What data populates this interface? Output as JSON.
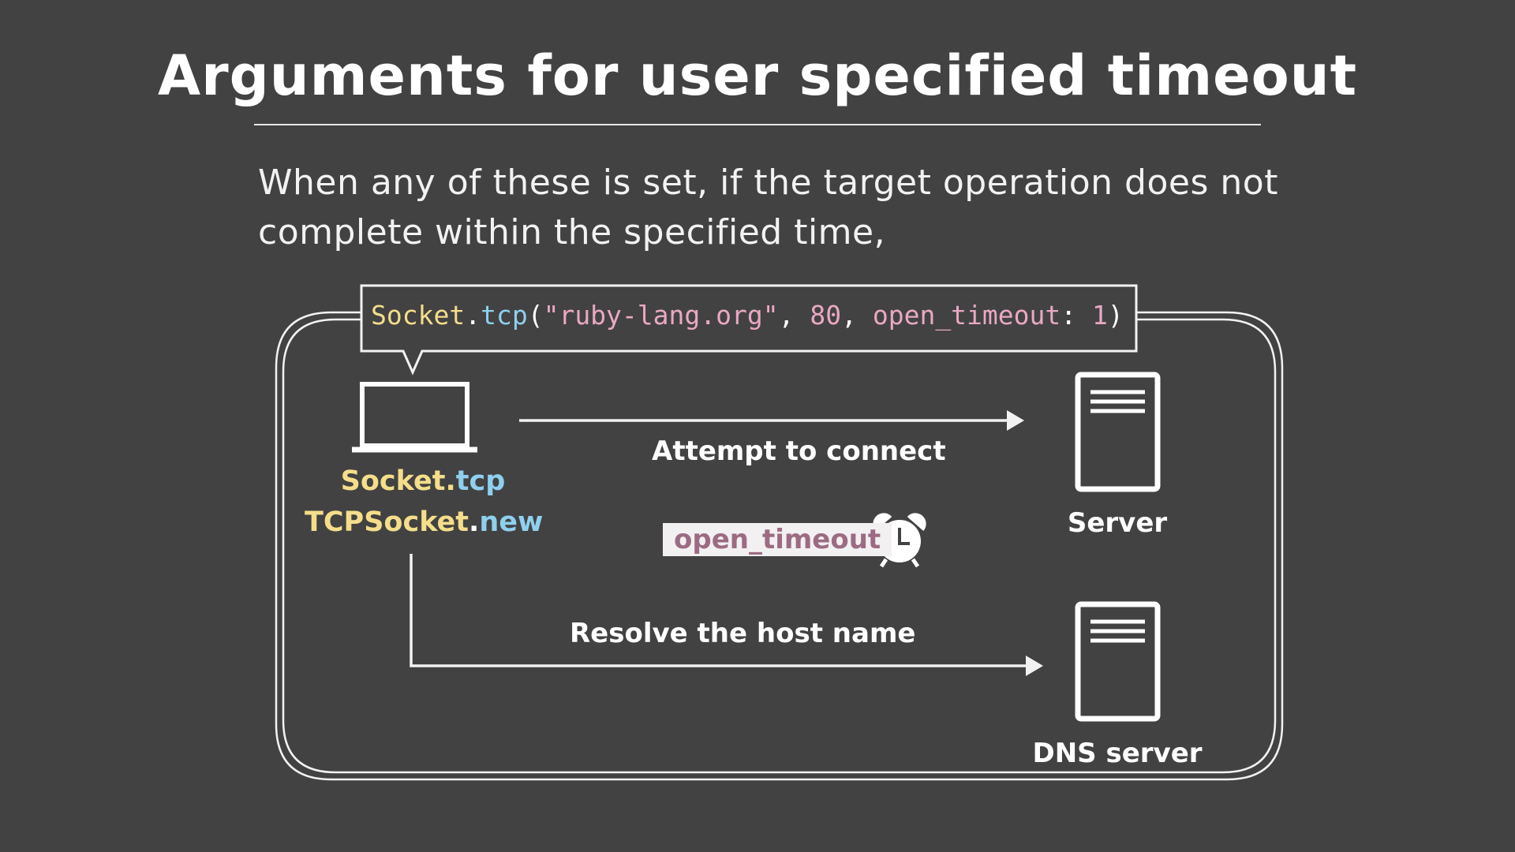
{
  "title": "Arguments for user specified timeout",
  "description": "When any of these is set, if the target operation does not complete within the specified time,",
  "code": {
    "receiver": "Socket",
    "dot": ".",
    "method": "tcp",
    "open_paren": "(",
    "arg_host": "\"ruby-lang.org\"",
    "sep1": ", ",
    "arg_port": "80",
    "sep2": ", ",
    "kwarg": "open_timeout",
    "colon": ": ",
    "kwarg_value": "1",
    "close_paren": ")"
  },
  "client": {
    "line1_receiver": "Socket",
    "line1_dot": ".",
    "line1_method": "tcp",
    "line2_receiver": "TCPSocket",
    "line2_dot": ".",
    "line2_method": "new",
    "icon": "laptop-icon"
  },
  "edges": {
    "connect": "Attempt to connect",
    "resolve": "Resolve the host name"
  },
  "timeout_tag": "open_timeout",
  "timeout_icon": "alarm-clock-icon",
  "nodes": {
    "server": "Server",
    "dns_server": "DNS server",
    "server_icon": "server-icon"
  },
  "colors": {
    "background": "#424242",
    "yellow": "#f4de8a",
    "blue": "#8fd0ee",
    "pink": "#e9a8c3",
    "tag_text": "#9c6b83"
  }
}
